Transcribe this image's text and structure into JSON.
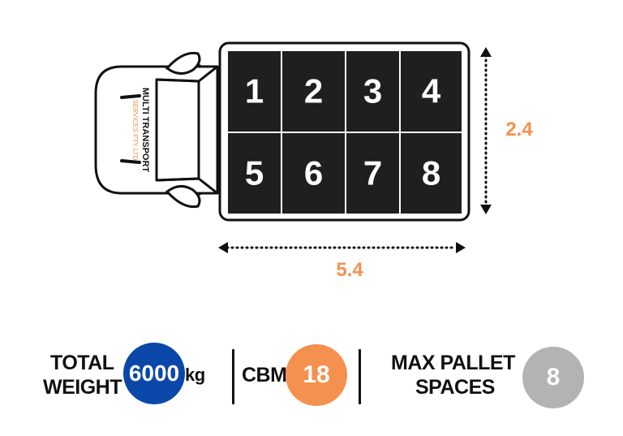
{
  "truck": {
    "brand_lines": [
      "MULTI TRANSPORT",
      "SERVICES PTY LTD"
    ],
    "pallets": [
      "1",
      "2",
      "3",
      "4",
      "5",
      "6",
      "7",
      "8"
    ]
  },
  "dimensions": {
    "width": "2.4",
    "length": "5.4"
  },
  "stats": {
    "total_weight_label_line1": "TOTAL",
    "total_weight_label_line2": "WEIGHT",
    "total_weight_value": "6000",
    "total_weight_unit": "kg",
    "cbm_label": "CBM",
    "cbm_value": "18",
    "pallet_label_line1": "MAX PALLET",
    "pallet_label_line2": "SPACES",
    "pallet_value": "8"
  },
  "colors": {
    "orange": "#f5914e",
    "blue": "#0a47a9",
    "grey": "#b3b3b3",
    "cargo": "#1f1f1f"
  }
}
